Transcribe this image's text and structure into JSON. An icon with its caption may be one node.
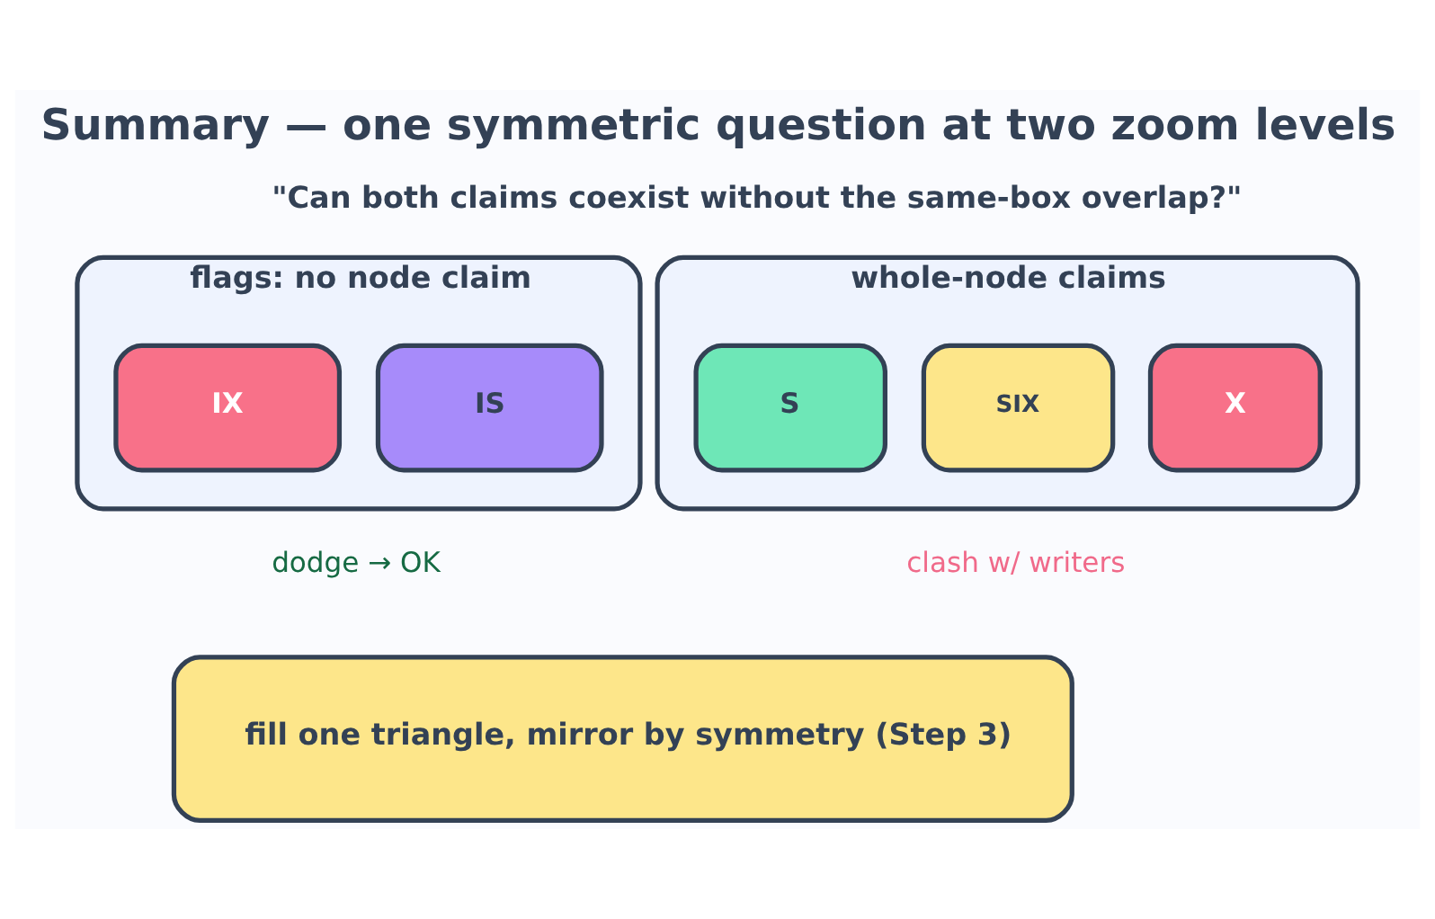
{
  "diagram": {
    "title": "Summary — one symmetric question at two zoom levels",
    "nodes": [
      {
        "text": [
          "flags: no node claim"
        ],
        "beside": [
          "dodge → OK"
        ]
      },
      {
        "text": [
          "IX"
        ],
        "in": 0
      },
      {
        "text": [
          "IS"
        ],
        "in": 0
      },
      {
        "text": [
          "whole-node claims"
        ],
        "beside": [
          "clash w/ writers"
        ]
      },
      {
        "text": [
          "S"
        ],
        "in": 3
      },
      {
        "text": [
          "SIX"
        ],
        "in": 3
      },
      {
        "text": [
          "X"
        ],
        "in": 3
      },
      {
        "text": [
          "fill one triangle, mirror by symmetry (Step 3)"
        ]
      }
    ],
    "labels": [
      "\"Can both claims coexist without the same-box overlap?\""
    ]
  }
}
